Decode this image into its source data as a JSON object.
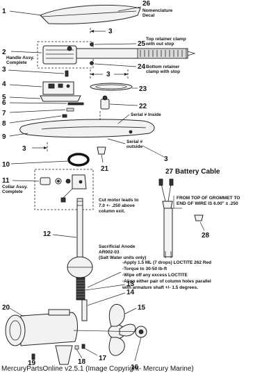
{
  "parts": {
    "p1": "1",
    "p2": "2",
    "p3a": "3",
    "p3b": "3",
    "p3c": "3",
    "p3d": "3",
    "p3e": "3",
    "p4": "4",
    "p5": "5",
    "p6": "6",
    "p7": "7",
    "p8": "8",
    "p9": "9",
    "p10": "10",
    "p11": "11",
    "p12": "12",
    "p13": "13",
    "p14": "14",
    "p15": "15",
    "p16": "16",
    "p17": "17",
    "p18": "18",
    "p19": "19",
    "p20": "20",
    "p21": "21",
    "p22": "22",
    "p23": "23",
    "p24": "24",
    "p25": "25",
    "p26": "26",
    "p27": "27",
    "p28": "28"
  },
  "labels": {
    "nomenclature_decal_1": "Nomenclature",
    "nomenclature_decal_2": "Decal",
    "handle_assy_1": "Handle Assy.",
    "handle_assy_2": "Complete",
    "top_clamp_1": "Top retainer clamp",
    "top_clamp_2": "with out stop",
    "bottom_clamp_1": "Bottom retainer",
    "bottom_clamp_2": "clamp with stop",
    "serial_inside": "Serial # Inside",
    "serial_outside_1": "Serial #",
    "serial_outside_2": "outside",
    "collar_assy_1": "Collar Assy.",
    "collar_assy_2": "Complete",
    "cut_leads_1": "Cut motor leads to",
    "cut_leads_2": "7.0 +- .250 above",
    "cut_leads_3": "column exit.",
    "anode_1": "Sacrificial Anode",
    "anode_2": "AR002-03",
    "anode_3": "(Salt Water units only)",
    "battery_cable": "Battery Cable",
    "grommet_1": "FROM TOP OF GROMMET TO",
    "grommet_2": "END OF WIRE IS 6.00\" ± .250",
    "loctite_1": "-Apply 1.5 ML (7 drops) LOCTITE 262 Red",
    "loctite_2": "-Torque to 30-50 lb-ft",
    "loctite_3": "-Wipe off any excess LOCTITE",
    "loctite_4": "-Align either pair of column holes parallel",
    "loctite_5": "with armature shaft +/- 1.5 degrees."
  },
  "footer": "MercuryPartsOnline v2.5.1 (Image Copyright- Mercury Marine)"
}
